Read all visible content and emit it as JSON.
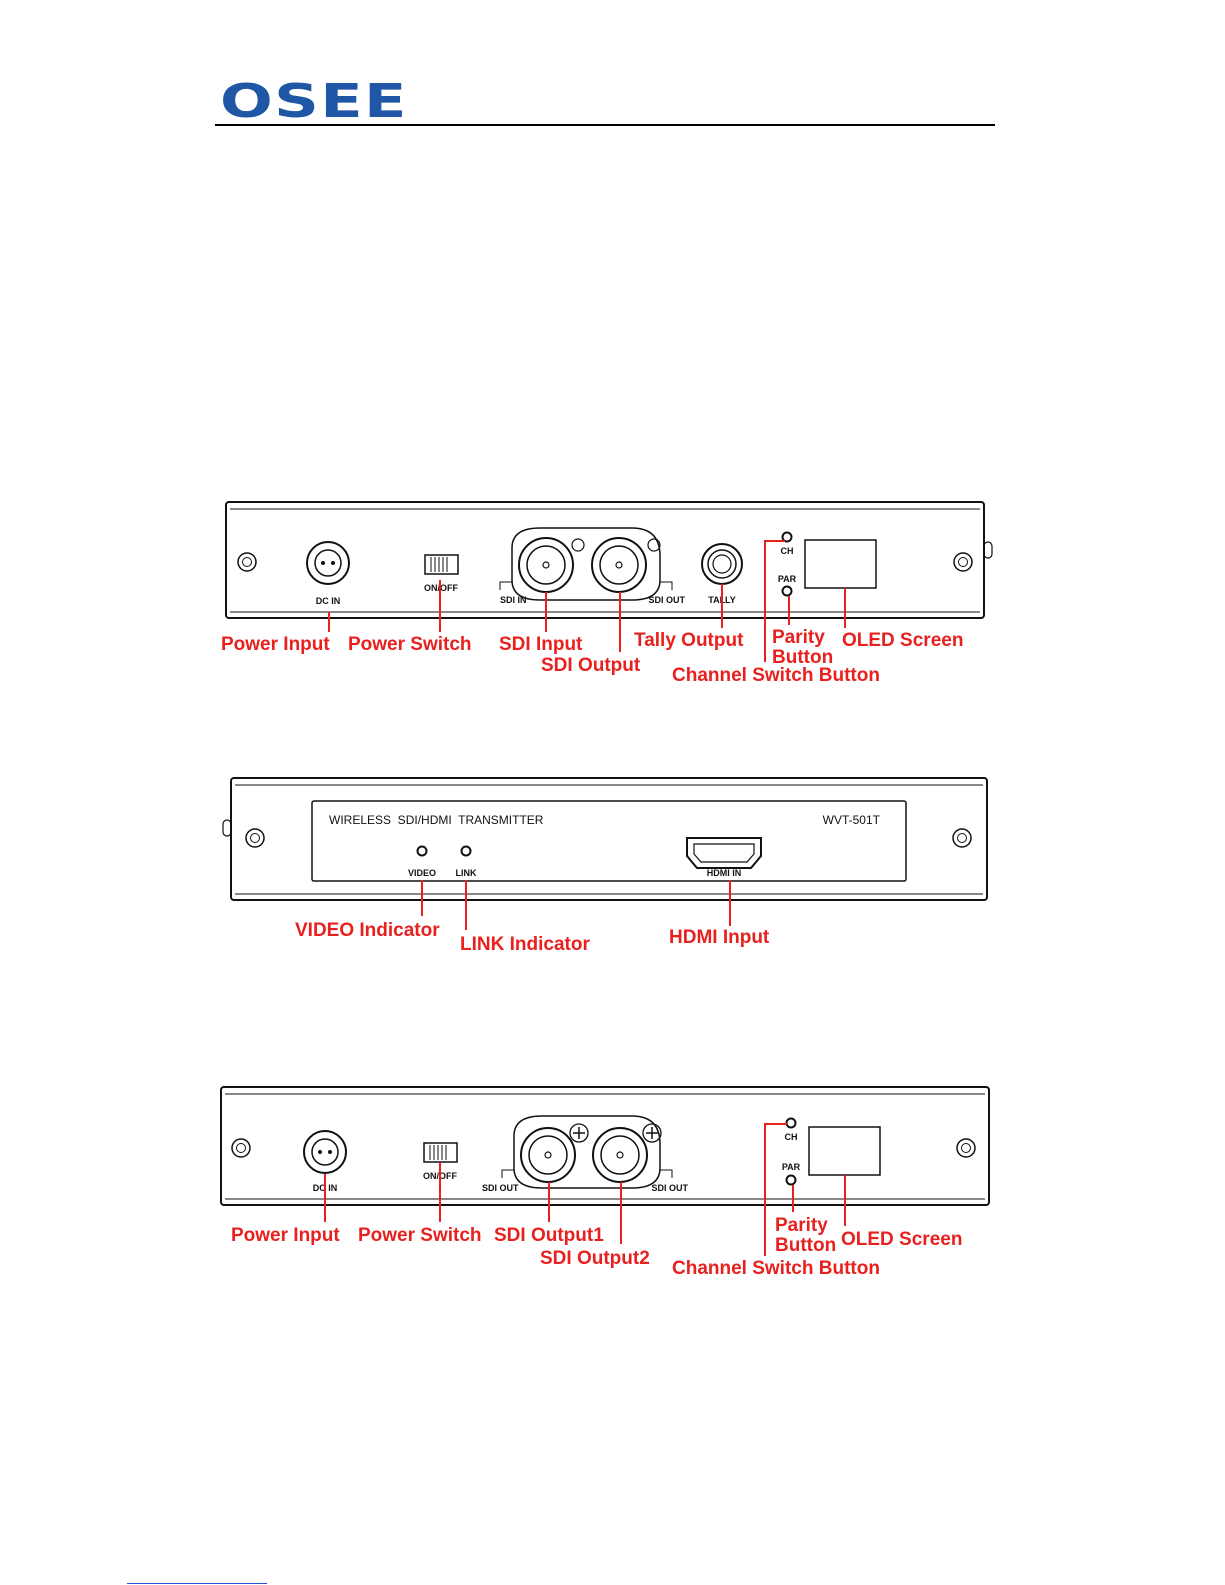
{
  "header": {
    "brand": "OSEE",
    "logo_color": "#1f56a6"
  },
  "figure1": {
    "panel_labels": {
      "dc_in": "DC IN",
      "on_off": "ON/OFF",
      "sdi_in": "SDI IN",
      "sdi_out": "SDI OUT",
      "tally": "TALLY",
      "ch": "CH",
      "par": "PAR"
    },
    "callouts": {
      "power_input": "Power Input",
      "power_switch": "Power Switch",
      "sdi_input": "SDI Input",
      "sdi_output": "SDI Output",
      "tally_output": "Tally Output",
      "parity_line1": "Parity",
      "parity_line2": "Button",
      "oled_screen": "OLED Screen",
      "channel_switch": "Channel Switch Button"
    }
  },
  "figure2": {
    "panel_labels": {
      "device_name": "WIRELESS  SDI/HDMI  TRANSMITTER",
      "model": "WVT-501T",
      "video": "VIDEO",
      "link": "LINK",
      "hdmi_in": "HDMI IN"
    },
    "callouts": {
      "video_indicator": "VIDEO Indicator",
      "link_indicator": "LINK Indicator",
      "hdmi_input": "HDMI Input"
    }
  },
  "figure3": {
    "panel_labels": {
      "dc_in": "DC IN",
      "on_off": "ON/OFF",
      "sdi_out_1": "SDI OUT",
      "sdi_out_2": "SDI OUT",
      "ch": "CH",
      "par": "PAR"
    },
    "callouts": {
      "power_input": "Power Input",
      "power_switch": "Power Switch",
      "sdi_output1": "SDI Output1",
      "sdi_output2": "SDI Output2",
      "parity_line1": "Parity",
      "parity_line2": "Button",
      "oled_screen": "OLED Screen",
      "channel_switch": "Channel Switch Button"
    }
  },
  "colors": {
    "callout": "#e8211f",
    "line_art": "#111111"
  }
}
